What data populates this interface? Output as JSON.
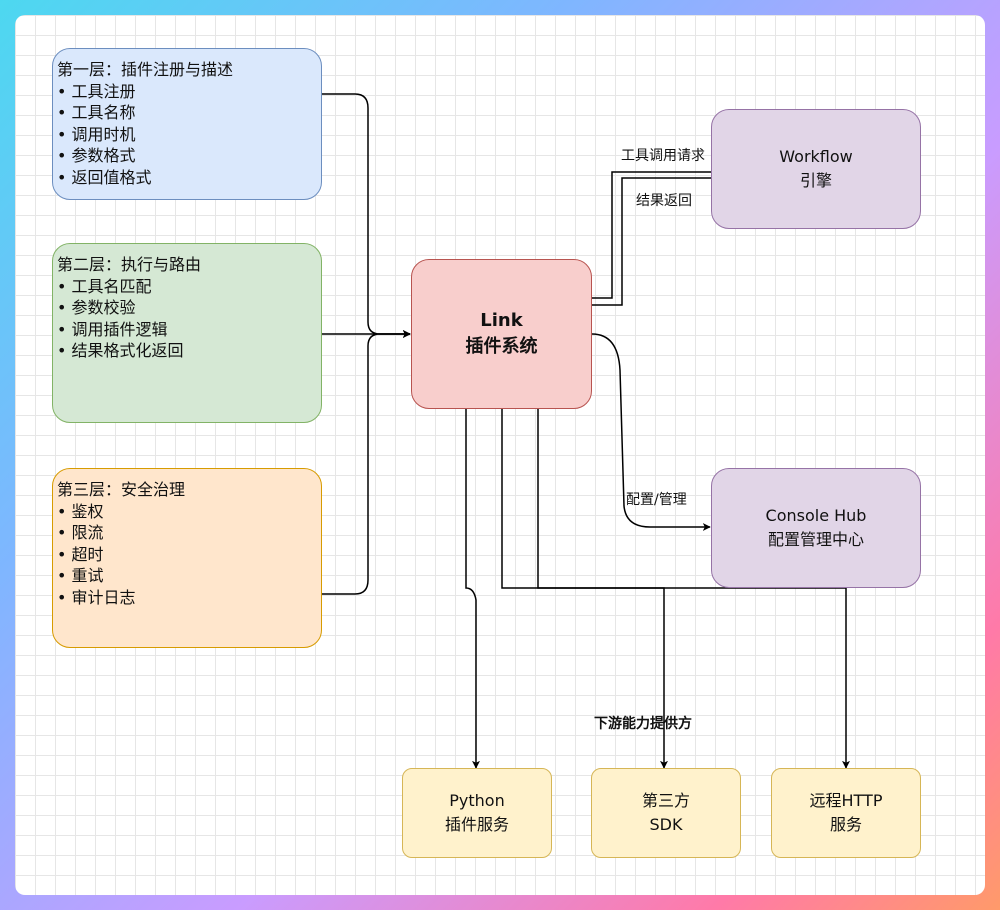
{
  "layers": [
    {
      "title": "第一层：插件注册与描述",
      "items": [
        "• 工具注册",
        "• 工具名称",
        "• 调用时机",
        "• 参数格式",
        "• 返回值格式"
      ]
    },
    {
      "title": "第二层：执行与路由",
      "items": [
        "• 工具名匹配",
        "• 参数校验",
        "• 调用插件逻辑",
        "• 结果格式化返回"
      ]
    },
    {
      "title": "第三层：安全治理",
      "items": [
        "• 鉴权",
        "• 限流",
        "• 超时",
        "• 重试",
        "• 审计日志"
      ]
    }
  ],
  "core": {
    "line1": "Link",
    "line2": "插件系统"
  },
  "workflow": {
    "line1": "Workflow",
    "line2": "引擎"
  },
  "console": {
    "line1": "Console Hub",
    "line2": "配置管理中心"
  },
  "labels": {
    "request": "工具调用请求",
    "result": "结果返回",
    "config": "配置/管理",
    "downstream": "下游能力提供方"
  },
  "providers": [
    {
      "line1": "Python",
      "line2": "插件服务"
    },
    {
      "line1": "第三方",
      "line2": "SDK"
    },
    {
      "line1": "远程HTTP",
      "line2": "服务"
    }
  ],
  "colors": {
    "layer1_fill": "#dae8fc",
    "layer1_stroke": "#6c8ebf",
    "layer2_fill": "#d5e8d4",
    "layer2_stroke": "#82b366",
    "layer3_fill": "#ffe6cc",
    "layer3_stroke": "#d79b00",
    "core_fill": "#f8cecc",
    "core_stroke": "#b85450",
    "side_fill": "#e1d5e7",
    "side_stroke": "#9673a6",
    "provider_fill": "#fff2cc",
    "provider_stroke": "#d6b656"
  }
}
